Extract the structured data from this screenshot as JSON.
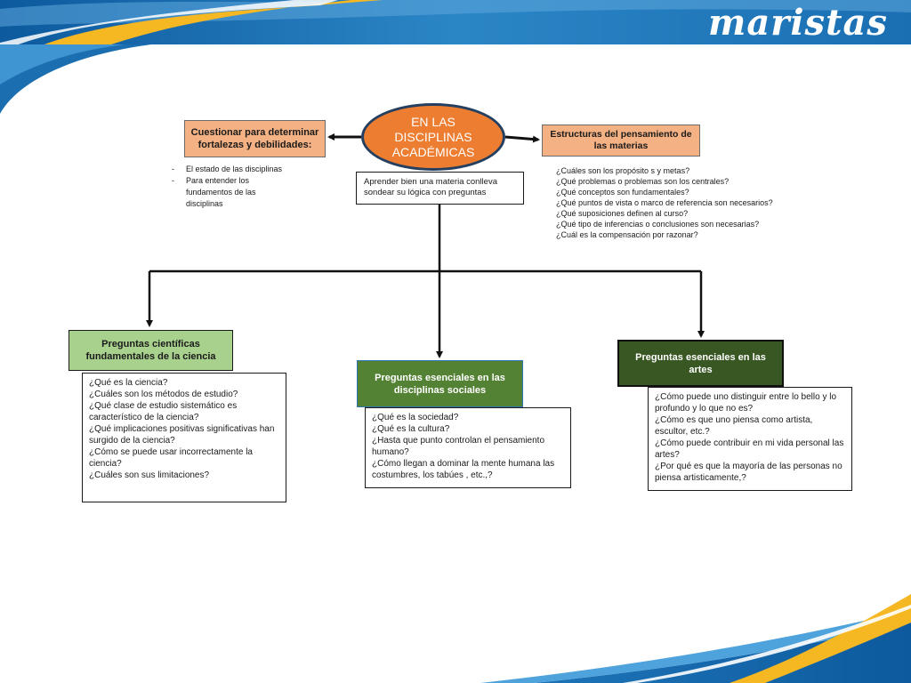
{
  "branding": {
    "logo_text": "maristas",
    "colors": {
      "wave_blue": "#1b6fb0",
      "wave_gold": "#f5b722",
      "ellipse_orange": "#ed7d31",
      "box_orange": "#f4b183",
      "green_light": "#a9d18e",
      "green_mid": "#548235",
      "green_dark": "#385723"
    }
  },
  "center": {
    "text": "EN LAS DISCIPLINAS ACADÉMICAS"
  },
  "center_note": {
    "text": "Aprender bien una materia conlleva sondear su lógica con  preguntas"
  },
  "left_box": {
    "title": "Cuestionar para determinar fortalezas y debilidades:",
    "bullets": [
      {
        "marker": "-",
        "text": "El estado de las disciplinas"
      },
      {
        "marker": "-",
        "text": "Para entender los fundamentos de las disciplinas"
      }
    ]
  },
  "right_box": {
    "title": "Estructuras del pensamiento de las materias",
    "questions": [
      "¿Cuáles son los propósito s y metas?",
      "¿Qué problemas o problemas son los centrales?",
      "¿Qué conceptos son fundamentales?",
      "¿Qué puntos de vista o marco de referencia son necesarios?",
      "¿Qué suposiciones definen al curso?",
      "¿Qué tipo de inferencias o conclusiones son necesarias?",
      "¿Cuál es la compensación por razonar?"
    ]
  },
  "branches": [
    {
      "title": "Preguntas científicas fundamentales de la ciencia",
      "questions": [
        "¿Qué es la ciencia?",
        "¿Cuáles son los métodos de estudio?",
        "¿Qué clase de estudio sistemático es característico de la ciencia?",
        "¿Qué implicaciones positivas significativas han surgido de la ciencia?",
        "¿Cómo se puede usar incorrectamente la ciencia?",
        "¿Cuáles son sus limitaciones?"
      ]
    },
    {
      "title": "Preguntas esenciales en las disciplinas sociales",
      "questions": [
        "¿Qué es la sociedad?",
        "¿Qué es la cultura?",
        "¿Hasta que punto controlan el pensamiento humano?",
        "¿Cómo llegan a dominar la mente humana las costumbres, los tabúes , etc.,?"
      ]
    },
    {
      "title": "Preguntas esenciales en las artes",
      "questions": [
        "¿Cómo puede uno distinguir entre lo bello y lo profundo y lo que no es?",
        "¿Cómo es que uno piensa como artista, escultor, etc.?",
        "¿Cómo  puede contribuir en mi vida personal las artes?",
        "¿Por qué es que la mayoría de las personas no piensa artisticamente,?"
      ]
    }
  ]
}
